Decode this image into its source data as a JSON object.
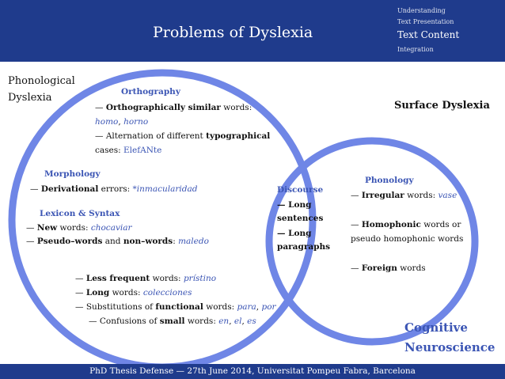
{
  "header": {
    "title": "Problems of Dyslexia",
    "nav": [
      "Understanding",
      "Text Presentation",
      "Text Content",
      "Integration"
    ]
  },
  "footer": {
    "text": "PhD Thesis Defense — 27th June 2014, Universitat Pompeu Fabra, Barcelona"
  },
  "colors": {
    "header_bg": "#1f3b8c",
    "circle": "#6f86e6",
    "accent": "#3b55b4"
  },
  "left": {
    "title_line1": "Phonological",
    "title_line2": "Dyslexia",
    "orthography": {
      "heading": "Orthography",
      "dash": "—",
      "l1_bold": "Orthographically similar",
      "l1_rest": "words:",
      "l2_ex1": "homo",
      "l2_sep": ",",
      "l2_ex2": "horno",
      "l3": "— Alternation of different",
      "l3_bold": "typographical",
      "l4_plain": "cases:",
      "l4_ex": "ElefANte"
    },
    "morphology": {
      "heading": "Morphology",
      "dash": "—",
      "bold": "Derivational",
      "rest": "errors:",
      "ex": "*inmacularidad"
    },
    "lexicon": {
      "heading": "Lexicon & Syntax",
      "l1_dash": "—",
      "l1_bold": "New",
      "l1_rest": "words:",
      "l1_ex": "chocaviar",
      "l2_dash": "—",
      "l2_bold1": "Pseudo–words",
      "l2_and": "and",
      "l2_bold2": "non–words",
      "l2_colon": ":",
      "l2_ex": "maledo"
    },
    "lower": {
      "l1_dash": "—",
      "l1_bold": "Less frequent",
      "l1_rest": "words:",
      "l1_ex": "prístino",
      "l2_dash": "—",
      "l2_bold": "Long",
      "l2_rest": "words:",
      "l2_ex": "colecciones",
      "l3_pre": "— Substitutions of",
      "l3_bold": "functional",
      "l3_rest": "words:",
      "l3_ex1": "para",
      "l3_sep": ",",
      "l3_ex2": "por",
      "l4_pre": "— Confusions of",
      "l4_bold": "small",
      "l4_rest": "words:",
      "l4_ex1": "en",
      "l4_sep1": ",",
      "l4_ex2": "el",
      "l4_sep2": ",",
      "l4_ex3": "es"
    }
  },
  "intersection": {
    "heading": "Discourse",
    "l1": "— Long",
    "l2": "sentences",
    "l3": "— Long",
    "l4": "paragraphs"
  },
  "right": {
    "title": "Surface Dyslexia",
    "phonology": {
      "heading": "Phonology",
      "l1_dash": "—",
      "l1_bold": "Irregular",
      "l1_rest": "words:",
      "l1_ex": "vase",
      "l2_dash": "—",
      "l2_bold": "Homophonic",
      "l2_rest": "words or",
      "l3": "pseudo homophonic words",
      "l4_dash": "—",
      "l4_bold": "Foreign",
      "l4_rest": "words"
    },
    "cog_line1": "Cognitive",
    "cog_line2": "Neuroscience"
  }
}
